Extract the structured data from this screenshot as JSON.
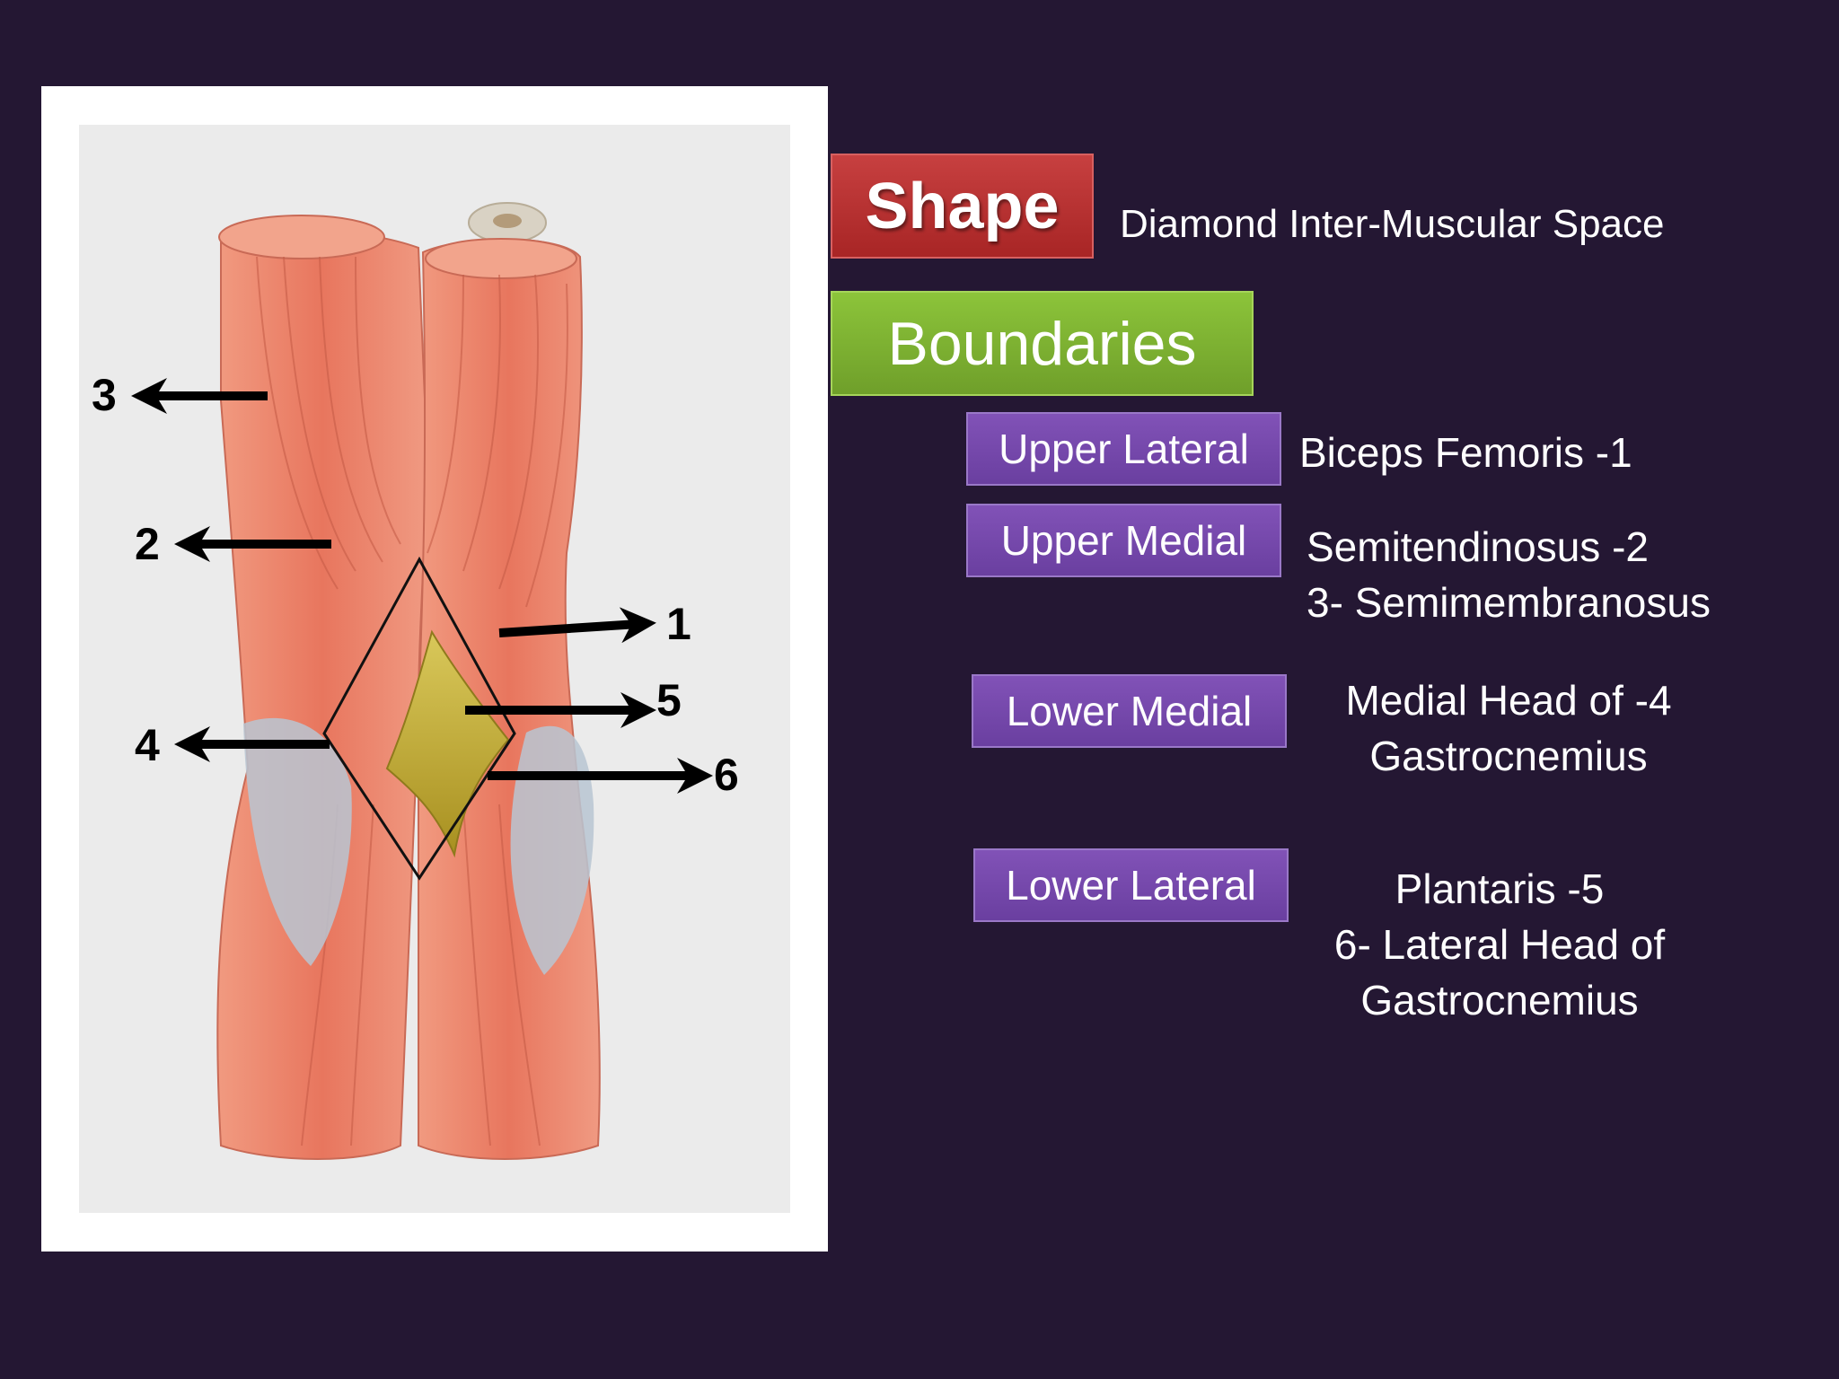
{
  "figure": {
    "markers": [
      "1",
      "2",
      "3",
      "4",
      "5",
      "6"
    ]
  },
  "shape": {
    "label": "Shape",
    "value": "Diamond Inter-Muscular Space"
  },
  "boundaries": {
    "heading": "Boundaries",
    "items": [
      {
        "label": "Upper Lateral",
        "lines": [
          "Biceps Femoris -1"
        ]
      },
      {
        "label": "Upper Medial",
        "lines": [
          "Semitendinosus -2",
          "3- Semimembranosus"
        ]
      },
      {
        "label": "Lower Medial",
        "lines": [
          "Medial Head of -4",
          "Gastrocnemius"
        ]
      },
      {
        "label": "Lower Lateral",
        "lines": [
          "Plantaris -5",
          "6- Lateral Head of",
          "Gastrocnemius"
        ]
      }
    ]
  },
  "colors": {
    "background": "#241733",
    "shape_box": "#b83232",
    "boundaries_box": "#7eb333",
    "label_box": "#7549ab",
    "muscle": "#e8826a",
    "fossa": "#c9b43a"
  }
}
